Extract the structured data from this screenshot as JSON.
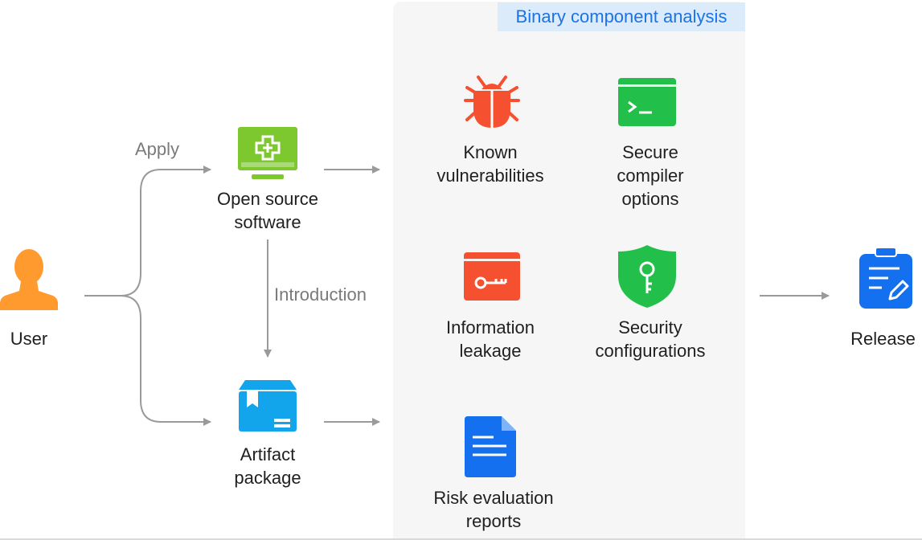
{
  "panel": {
    "title": "Binary component analysis"
  },
  "nodes": {
    "user": "User",
    "oss": "Open source\nsoftware",
    "artifact": "Artifact\npackage",
    "release": "Release"
  },
  "edges": {
    "apply": "Apply",
    "introduction": "Introduction"
  },
  "checks": {
    "known_vuln": "Known\nvulnerabilities",
    "compiler": "Secure\ncompiler\noptions",
    "leakage": "Information\nleakage",
    "security_config": "Security\nconfigurations",
    "risk": "Risk evaluation\nreports"
  },
  "colors": {
    "user": "#ff9a2e",
    "oss": "#7dc72f",
    "artifact": "#13a5ec",
    "bug": "#f5502f",
    "terminal": "#22c04a",
    "leakage": "#f5502f",
    "shield": "#22c04a",
    "report": "#1570ef",
    "release": "#1570ef",
    "panel_title": "#1a73e8",
    "arrow": "#9a9a9a"
  }
}
